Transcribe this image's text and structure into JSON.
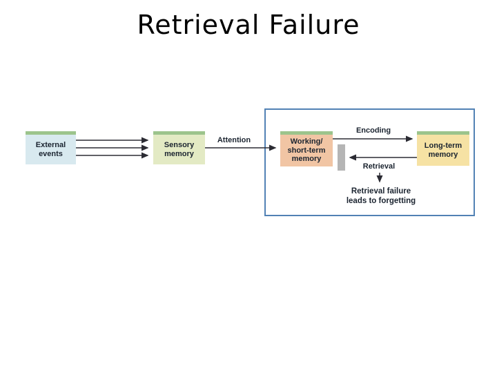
{
  "slide": {
    "title": "Retrieval Failure"
  },
  "colors": {
    "external-bg": "#d8e9ef",
    "sensory-bg": "#e3eac4",
    "working-bg": "#f1c5a4",
    "longterm-bg": "#f6e2a4",
    "box-strip": "#9cc48c",
    "frame-border": "#5181b4",
    "blocker-gray": "#b5b5b5",
    "arrow": "#2b2b33",
    "box-text": "#1b2430"
  },
  "diagram": {
    "boxes": {
      "external": {
        "lines": [
          "External",
          "events"
        ]
      },
      "sensory": {
        "lines": [
          "Sensory",
          "memory"
        ]
      },
      "working": {
        "lines": [
          "Working/",
          "short-term",
          "memory"
        ]
      },
      "longterm": {
        "lines": [
          "Long-term",
          "memory"
        ]
      }
    },
    "labels": {
      "attention": "Attention",
      "encoding": "Encoding",
      "retrieval": "Retrieval",
      "failure_line1": "Retrieval failure",
      "failure_line2": "leads to forgetting"
    }
  }
}
